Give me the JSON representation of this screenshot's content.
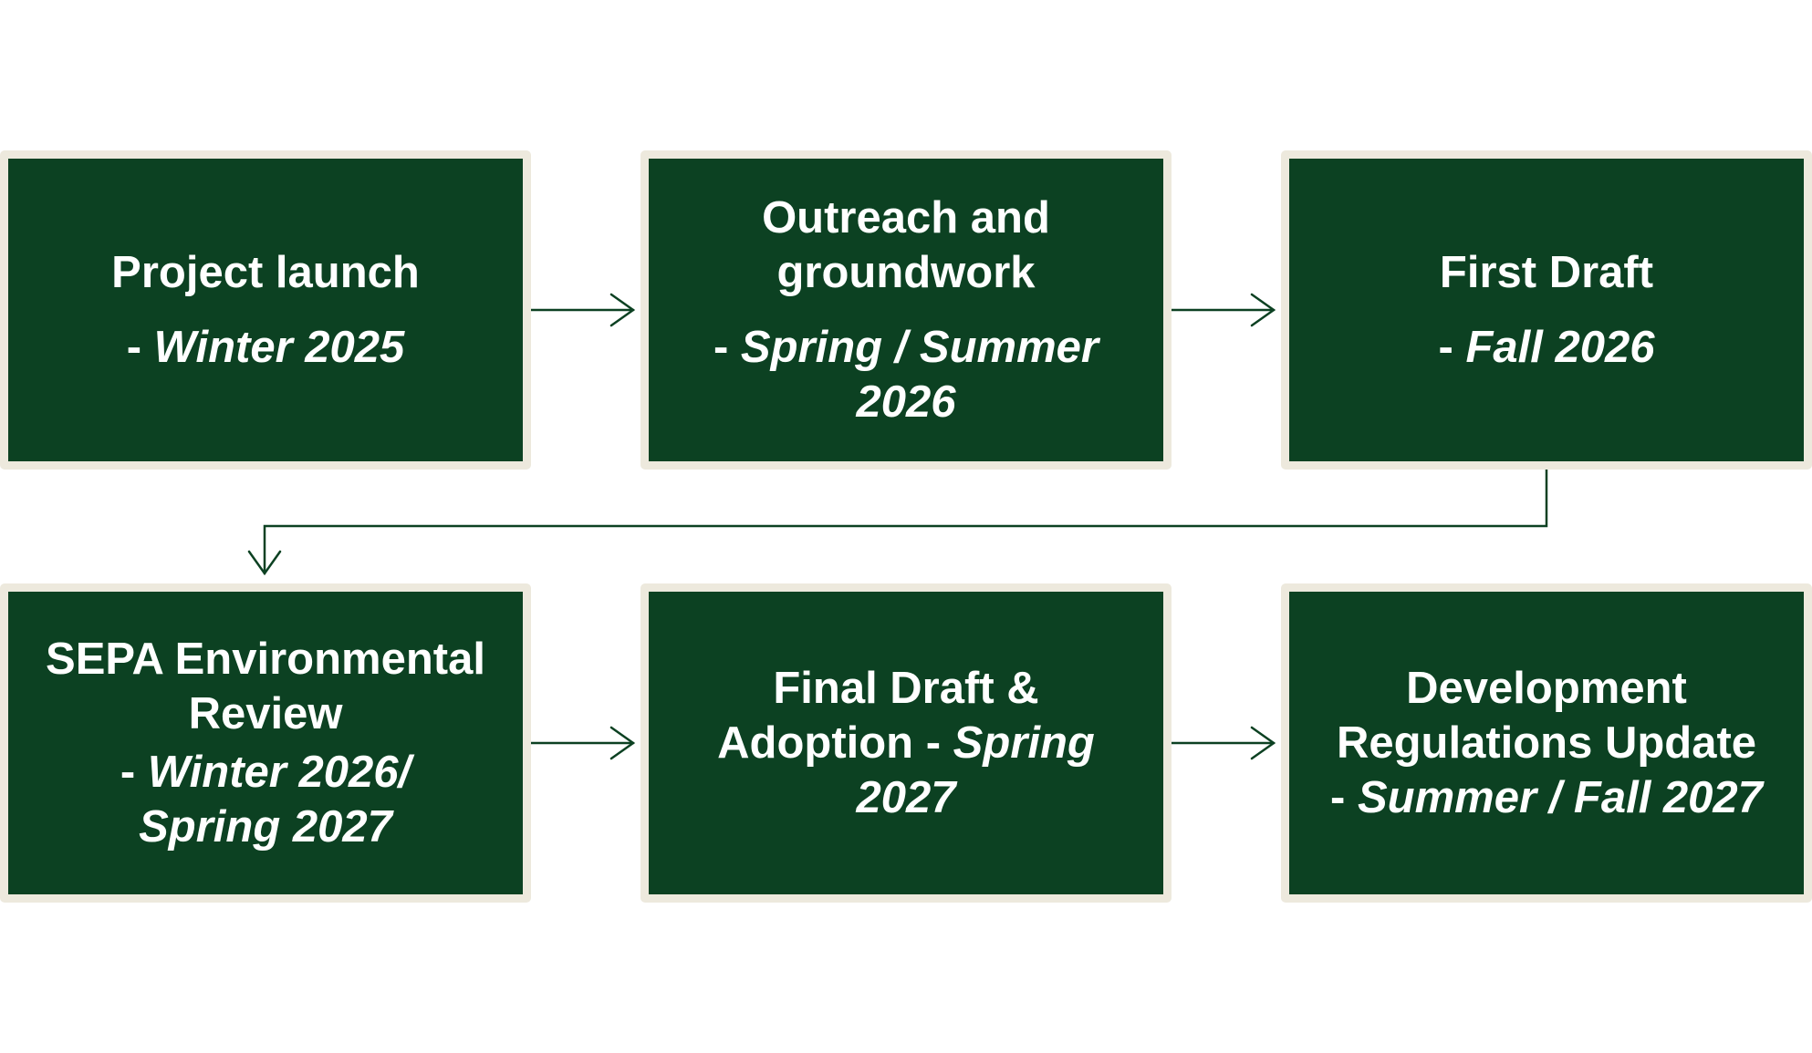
{
  "diagram": {
    "colors": {
      "box_fill": "#0c4122",
      "box_border": "#ede9dd",
      "arrow": "#0c4122",
      "text": "#ffffff"
    },
    "steps": [
      {
        "title": "Project launch",
        "prefix": "- ",
        "period": "Winter 2025"
      },
      {
        "title": "Outreach and groundwork",
        "prefix": "- ",
        "period": "Spring / Summer 2026"
      },
      {
        "title": "First Draft",
        "prefix": "- ",
        "period": "Fall 2026"
      },
      {
        "title": "SEPA Environmental Review",
        "prefix": "- ",
        "period": "Winter 2026/ Spring 2027"
      },
      {
        "title": "Final Draft & Adoption",
        "prefix": " - ",
        "period": "Spring 2027"
      },
      {
        "title": "Development Regulations Update",
        "prefix": "- ",
        "period": "Summer / Fall 2027"
      }
    ],
    "connections": [
      {
        "from": 0,
        "to": 1
      },
      {
        "from": 1,
        "to": 2
      },
      {
        "from": 2,
        "to": 3
      },
      {
        "from": 3,
        "to": 4
      },
      {
        "from": 4,
        "to": 5
      }
    ]
  }
}
